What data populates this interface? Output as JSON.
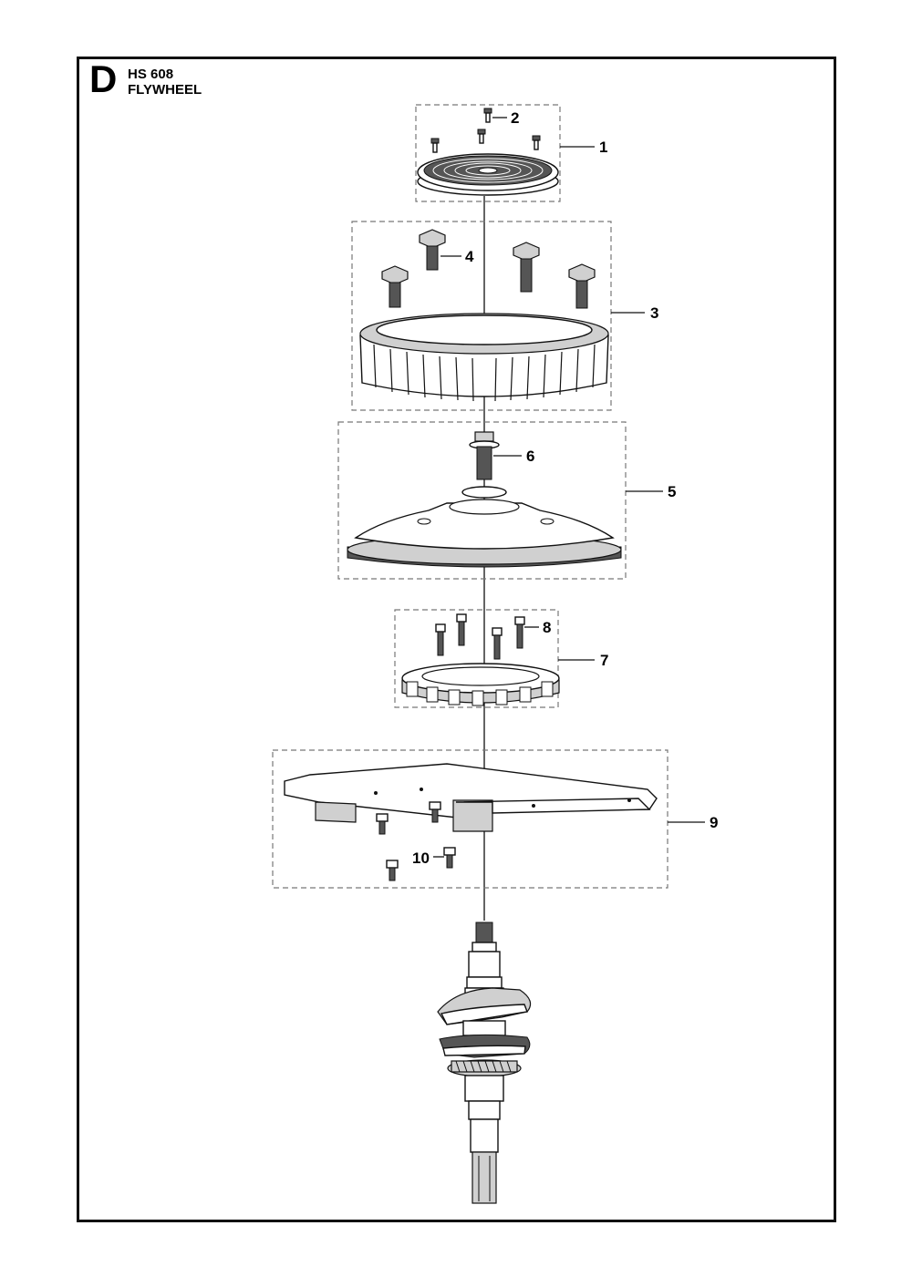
{
  "header": {
    "section_letter": "D",
    "model": "HS 608",
    "title": "FLYWHEEL"
  },
  "callouts": [
    "1",
    "2",
    "3",
    "4",
    "5",
    "6",
    "7",
    "8",
    "9",
    "10"
  ]
}
